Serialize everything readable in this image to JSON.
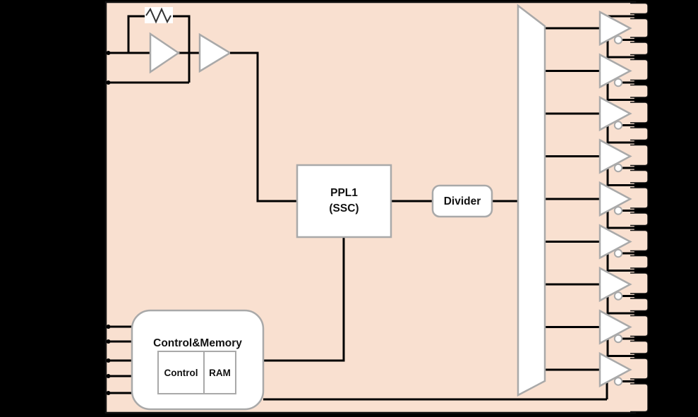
{
  "title": "clock-generator-block-diagram",
  "colors": {
    "background": "#000000",
    "chip_fill": "#f9e0d0",
    "block_fill": "#ffffff",
    "block_border": "#a9a9a9",
    "wire": "#000000",
    "text": "#111111"
  },
  "blocks": {
    "pll": {
      "line1": "PPL1",
      "line2": "(SSC)"
    },
    "divider": {
      "label": "Divider"
    },
    "control_memory": {
      "title": "Control&Memory",
      "control_label": "Control",
      "ram_label": "RAM"
    }
  },
  "io": {
    "crystal_pins": 2,
    "control_input_pins": 5,
    "output_buffers": 9,
    "right_edge_pins": 18
  }
}
